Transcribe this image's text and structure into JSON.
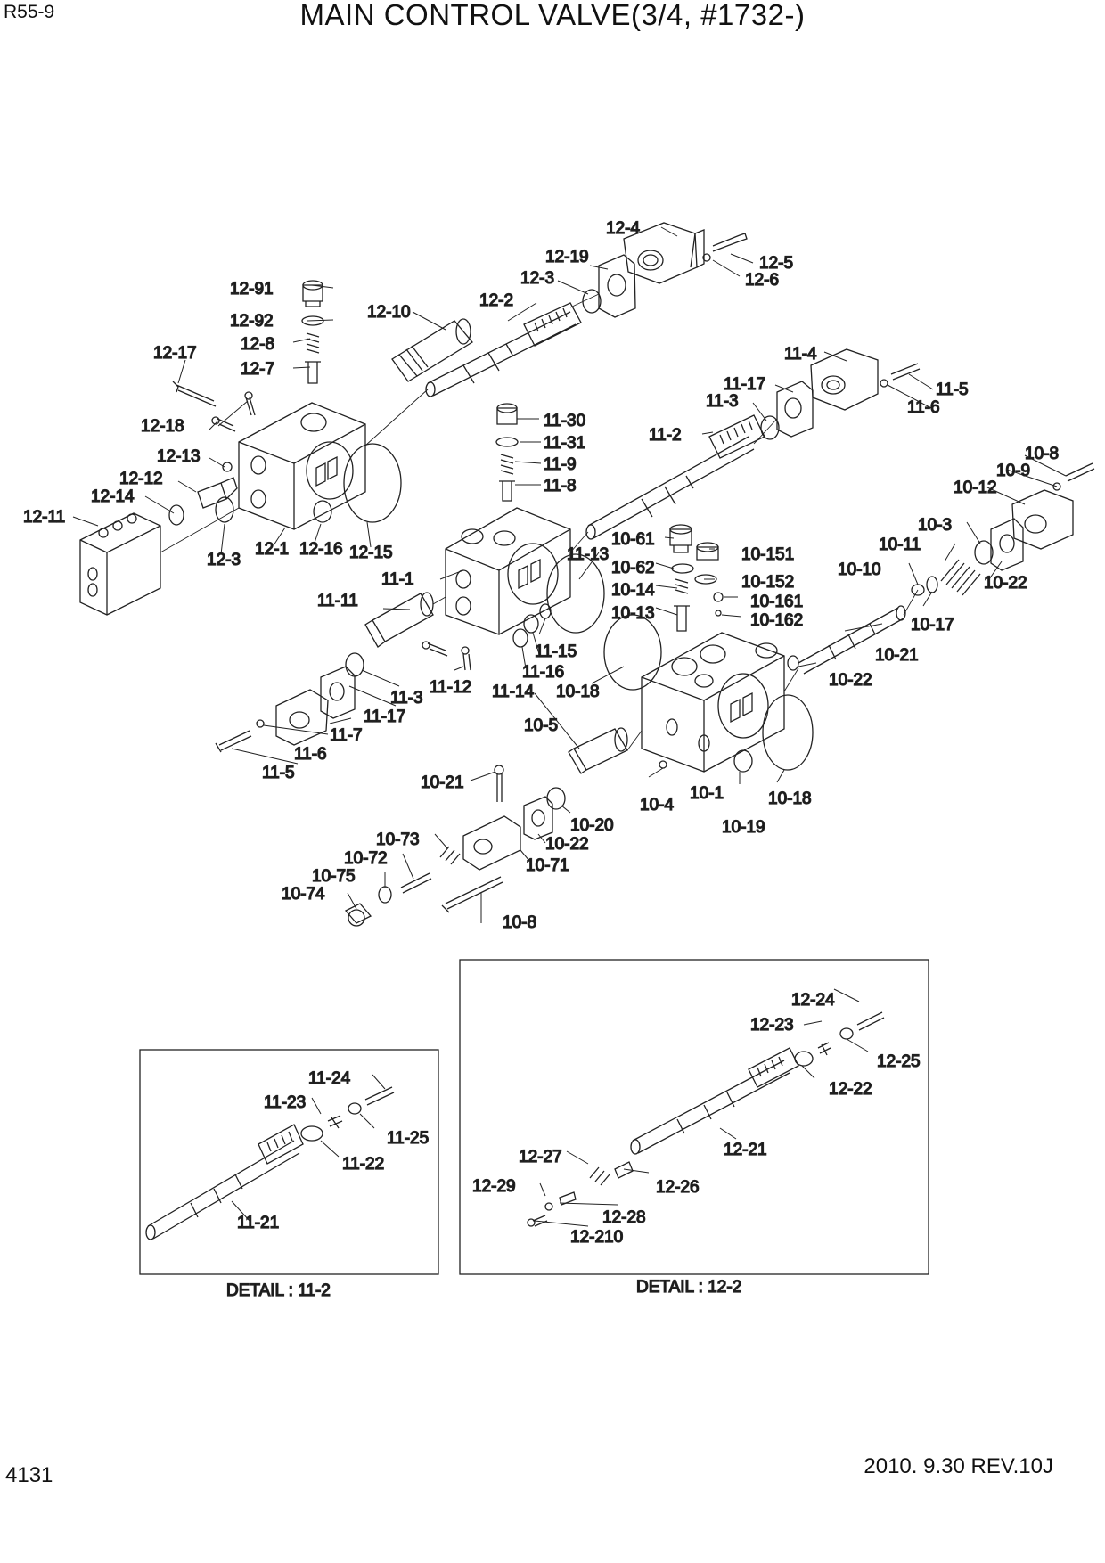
{
  "header": {
    "model": "R55-9",
    "title": "MAIN CONTROL VALVE(3/4, #1732-)"
  },
  "footer": {
    "page_number": "4131",
    "revision": "2010. 9.30  REV.10J"
  },
  "part_labels": [
    "12-4",
    "12-5",
    "12-6",
    "12-19",
    "12-3",
    "12-91",
    "12-2",
    "12-10",
    "12-92",
    "12-8",
    "12-7",
    "12-17",
    "12-18",
    "12-13",
    "12-12",
    "12-14",
    "12-11",
    "12-3",
    "12-1",
    "12-16",
    "12-15",
    "11-4",
    "11-17",
    "11-5",
    "11-3",
    "11-6",
    "11-2",
    "11-30",
    "11-31",
    "11-9",
    "11-8",
    "11-13",
    "11-1",
    "11-11",
    "11-15",
    "11-16",
    "11-14",
    "11-12",
    "11-3",
    "11-17",
    "11-7",
    "11-6",
    "11-5",
    "10-8",
    "10-9",
    "10-12",
    "10-3",
    "10-11",
    "10-10",
    "10-22",
    "10-17",
    "10-61",
    "10-151",
    "10-62",
    "10-152",
    "10-14",
    "10-161",
    "10-13",
    "10-162",
    "10-21",
    "10-18",
    "10-22",
    "10-5",
    "10-4",
    "10-1",
    "10-18",
    "10-19",
    "10-21",
    "10-20",
    "10-22",
    "10-73",
    "10-72",
    "10-71",
    "10-75",
    "10-74",
    "10-8",
    "12-24",
    "12-23",
    "12-25",
    "12-22",
    "12-21",
    "12-27",
    "12-26",
    "12-29",
    "12-28",
    "12-210",
    "11-24",
    "11-23",
    "11-25",
    "11-22",
    "11-21"
  ],
  "details": {
    "detail_11_2": "DETAIL : 11-2",
    "detail_12_2": "DETAIL : 12-2"
  }
}
